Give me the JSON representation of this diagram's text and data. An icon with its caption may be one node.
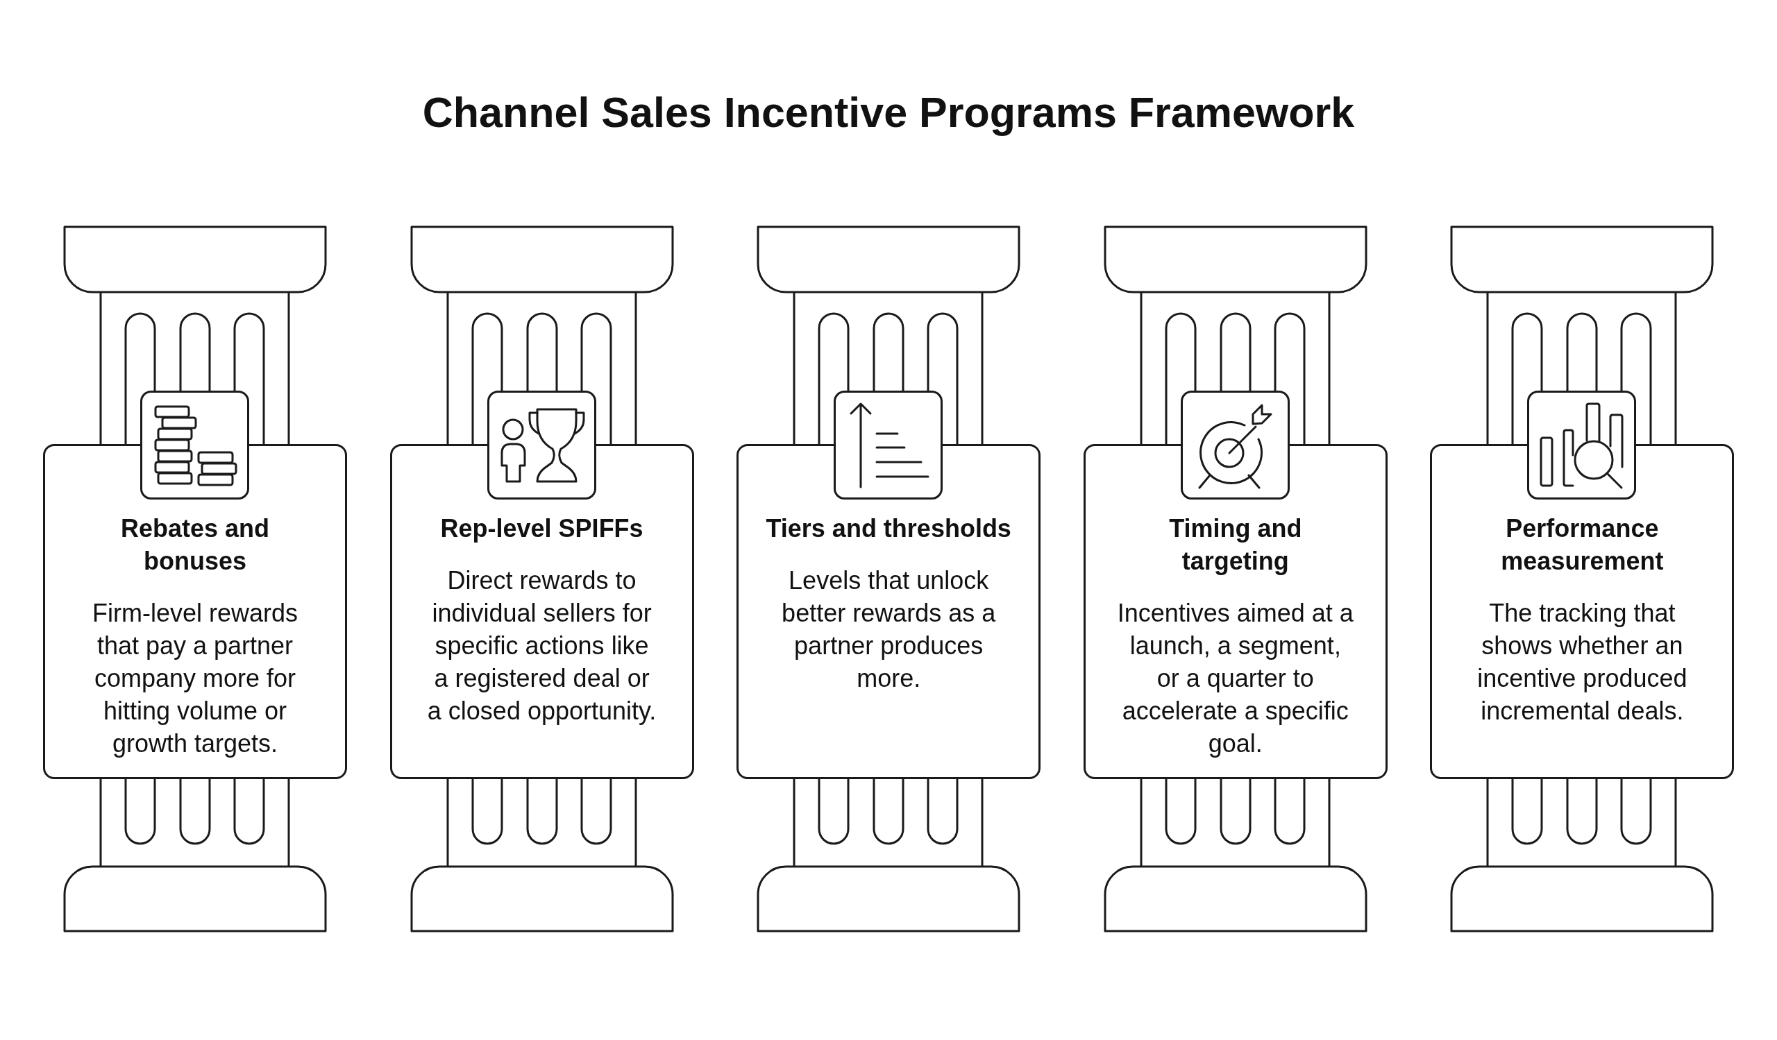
{
  "diagram": {
    "title": "Channel Sales Incentive Programs Framework",
    "nodes": [
      {
        "text": [
          "Rebates and bonuses",
          "Firm-level rewards that pay a partner company more for hitting volume or growth targets."
        ]
      },
      {
        "text": [
          "Rep-level SPIFFs",
          "Direct rewards to individual sellers for specific actions like a registered deal or a closed opportunity."
        ]
      },
      {
        "text": [
          "Tiers and thresholds",
          "Levels that unlock better rewards as a partner produces more."
        ]
      },
      {
        "text": [
          "Timing and targeting",
          "Incentives aimed at a launch, a segment, or a quarter to accelerate a specific goal."
        ]
      },
      {
        "text": [
          "Performance measurement",
          "The tracking that shows whether an incentive produced incremental deals."
        ]
      }
    ]
  }
}
